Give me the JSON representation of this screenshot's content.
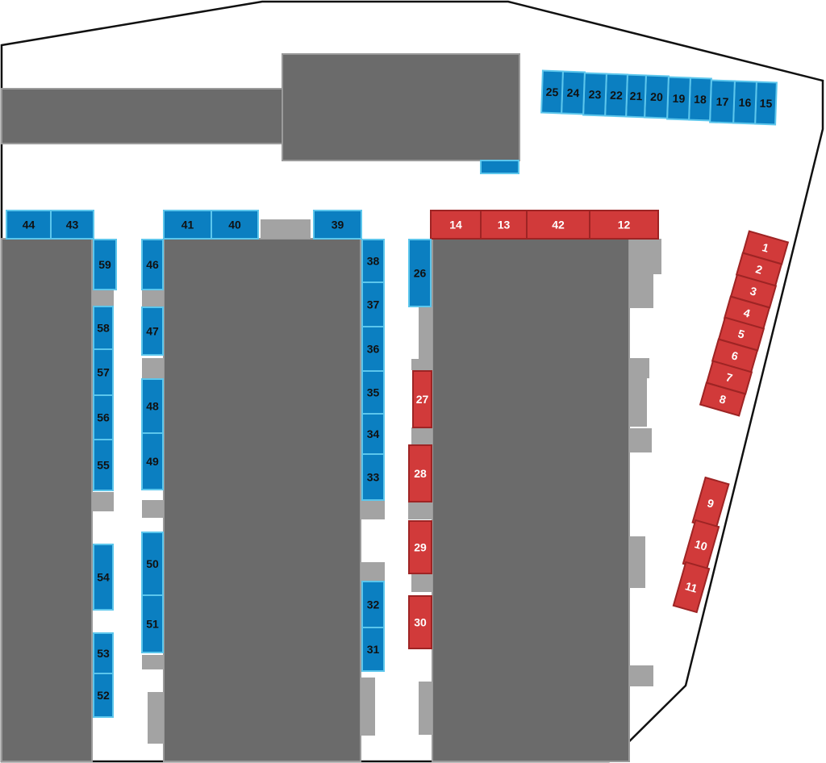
{
  "colors": {
    "building": "#6b6b6b",
    "building_stroke": "#9a9a9a",
    "annex": "#a3a3a3",
    "blue_stall": "#0b7fc1",
    "blue_stroke": "#5cc6ec",
    "red_stall": "#d13a3a",
    "red_stroke": "#9e2424",
    "blue_label": "#111111",
    "red_label": "#ffffff",
    "boundary": "#111111"
  },
  "stalls": [
    {
      "label": "1",
      "status": "red"
    },
    {
      "label": "2",
      "status": "red"
    },
    {
      "label": "3",
      "status": "red"
    },
    {
      "label": "4",
      "status": "red"
    },
    {
      "label": "5",
      "status": "red"
    },
    {
      "label": "6",
      "status": "red"
    },
    {
      "label": "7",
      "status": "red"
    },
    {
      "label": "8",
      "status": "red"
    },
    {
      "label": "9",
      "status": "red"
    },
    {
      "label": "10",
      "status": "red"
    },
    {
      "label": "11",
      "status": "red"
    },
    {
      "label": "12",
      "status": "red"
    },
    {
      "label": "13",
      "status": "red"
    },
    {
      "label": "14",
      "status": "red"
    },
    {
      "label": "15",
      "status": "blue"
    },
    {
      "label": "16",
      "status": "blue"
    },
    {
      "label": "17",
      "status": "blue"
    },
    {
      "label": "18",
      "status": "blue"
    },
    {
      "label": "19",
      "status": "blue"
    },
    {
      "label": "20",
      "status": "blue"
    },
    {
      "label": "21",
      "status": "blue"
    },
    {
      "label": "22",
      "status": "blue"
    },
    {
      "label": "23",
      "status": "blue"
    },
    {
      "label": "24",
      "status": "blue"
    },
    {
      "label": "25",
      "status": "blue"
    },
    {
      "label": "26",
      "status": "blue"
    },
    {
      "label": "27",
      "status": "red"
    },
    {
      "label": "28",
      "status": "red"
    },
    {
      "label": "29",
      "status": "red"
    },
    {
      "label": "30",
      "status": "red"
    },
    {
      "label": "31",
      "status": "blue"
    },
    {
      "label": "32",
      "status": "blue"
    },
    {
      "label": "33",
      "status": "blue"
    },
    {
      "label": "34",
      "status": "blue"
    },
    {
      "label": "35",
      "status": "blue"
    },
    {
      "label": "36",
      "status": "blue"
    },
    {
      "label": "37",
      "status": "blue"
    },
    {
      "label": "38",
      "status": "blue"
    },
    {
      "label": "39",
      "status": "blue"
    },
    {
      "label": "40",
      "status": "blue"
    },
    {
      "label": "41",
      "status": "blue"
    },
    {
      "label": "42",
      "status": "red"
    },
    {
      "label": "43",
      "status": "blue"
    },
    {
      "label": "44",
      "status": "blue"
    },
    {
      "label": "46",
      "status": "blue"
    },
    {
      "label": "47",
      "status": "blue"
    },
    {
      "label": "48",
      "status": "blue"
    },
    {
      "label": "49",
      "status": "blue"
    },
    {
      "label": "50",
      "status": "blue"
    },
    {
      "label": "51",
      "status": "blue"
    },
    {
      "label": "52",
      "status": "blue"
    },
    {
      "label": "53",
      "status": "blue"
    },
    {
      "label": "54",
      "status": "blue"
    },
    {
      "label": "55",
      "status": "blue"
    },
    {
      "label": "56",
      "status": "blue"
    },
    {
      "label": "57",
      "status": "blue"
    },
    {
      "label": "58",
      "status": "blue"
    },
    {
      "label": "59",
      "status": "blue"
    },
    {
      "label": "",
      "status": "blue"
    }
  ]
}
